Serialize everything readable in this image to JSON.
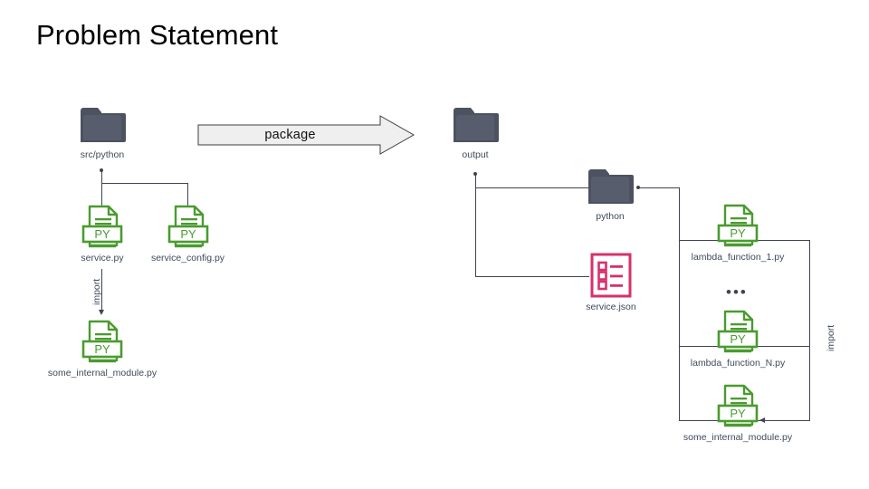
{
  "slide": {
    "title": "Problem Statement",
    "background": "#ffffff"
  },
  "colors": {
    "folder": "#4d5261",
    "folder_front": "#555a6a",
    "py_green": "#4a9b2f",
    "json_pink": "#d6316b",
    "label_text": "#3f4a5a",
    "connector": "#3f4450",
    "arrow_fill": "#efefef",
    "arrow_stroke": "#3f3f3f",
    "title_text": "#000000"
  },
  "source_group": {
    "root_folder": {
      "label": "src/python",
      "icon": "folder-icon"
    },
    "files": [
      {
        "label": "service.py",
        "icon": "python-file-icon",
        "badge": "PY"
      },
      {
        "label": "service_config.py",
        "icon": "python-file-icon",
        "badge": "PY"
      }
    ],
    "import_edge": {
      "label": "import",
      "from": "service.py",
      "to": "some_internal_module.py"
    },
    "internal_module": {
      "label": "some_internal_module.py",
      "icon": "python-file-icon",
      "badge": "PY"
    }
  },
  "package_arrow": {
    "label": "package",
    "direction": "right"
  },
  "output_group": {
    "root_folder": {
      "label": "output",
      "icon": "folder-icon"
    },
    "python_folder": {
      "label": "python",
      "icon": "folder-icon"
    },
    "config_file": {
      "label": "service.json",
      "icon": "json-file-icon"
    },
    "lambda_files": [
      {
        "label": "lambda_function_1.py",
        "icon": "python-file-icon",
        "badge": "PY"
      },
      {
        "label": "lambda_function_N.py",
        "icon": "python-file-icon",
        "badge": "PY"
      }
    ],
    "ellipsis": "•••",
    "internal_module": {
      "label": "some_internal_module.py",
      "icon": "python-file-icon",
      "badge": "PY"
    },
    "import_edge": {
      "label": "import"
    }
  }
}
